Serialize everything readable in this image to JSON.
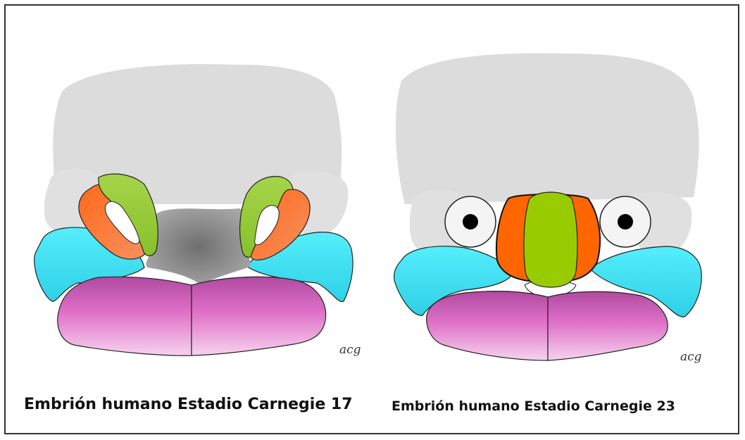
{
  "captions": {
    "left": "Embrión humano Estadio Carnegie 17",
    "right": "Embrión humano Estadio Carnegie 23"
  },
  "signatures": {
    "left": "acg",
    "right": "acg"
  },
  "colors": {
    "head": "#dcdcdc",
    "side_lobe": "#e0e0e0",
    "frontonasal_dark": "#8f8f8f",
    "lateral_nasal": "#99cc33",
    "medial_nasal": "#99cc00",
    "maxillary_orange": "#ff6600",
    "maxillary_cyan": "#33e0f0",
    "mandible_pink": "#e070c8",
    "eye_white": "#f4f4f4",
    "pupil": "#000000",
    "outline": "#222222"
  }
}
